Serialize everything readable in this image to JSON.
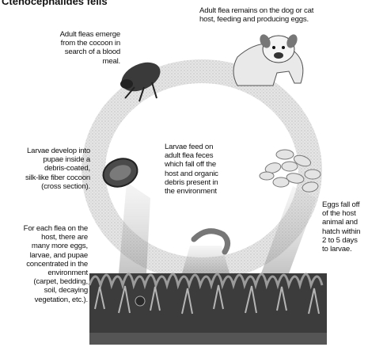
{
  "title": "Ctenocephalides felis",
  "labels": {
    "adult_host": "Adult flea remains on the dog or cat\nhost, feeding and producing eggs.",
    "adult_emerge": "Adult fleas emerge\nfrom the cocoon in\nsearch of a blood\nmeal.",
    "pupae": "Larvae develop into\npupae inside a\ndebris-coated,\nsilk-like fiber cocoon\n(cross section).",
    "larvae_feed": "Larvae feed on\nadult flea feces\nwhich fall off the\nhost and organic\ndebris present in\nthe environment",
    "eggs": "Eggs fall off\nof the host\nanimal and\nhatch within\n2 to 5 days\nto larvae.",
    "environment": "For each flea on the\nhost, there are\nmany more eggs,\nlarvae, and pupae\nconcentrated in the\nenvironment\n(carpet, bedding,\nsoil, decaying\nvegetation, etc.)."
  }
}
